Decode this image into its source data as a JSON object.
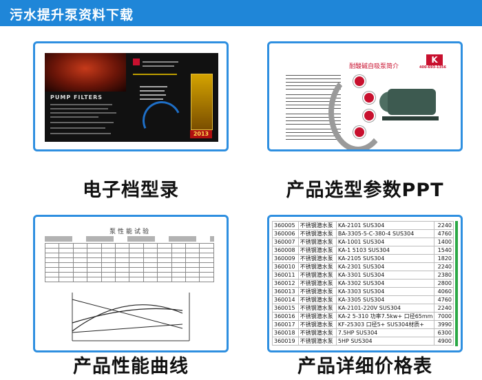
{
  "header": {
    "title": "污水提升泵资料下载",
    "bg_color": "#1f86d8"
  },
  "cards": [
    {
      "caption": "电子档型录"
    },
    {
      "caption": "产品选型参数PPT"
    },
    {
      "caption": "产品性能曲线"
    },
    {
      "caption": "产品详细价格表"
    }
  ],
  "catalog": {
    "brand": "PUMP FILTERS",
    "year": "2013"
  },
  "ppt": {
    "title": "耐酸碱自吸泵简介",
    "logo": "K",
    "phone": "400-693-1356"
  },
  "performance": {
    "title": "泵性能试验"
  },
  "price_list": {
    "rows": [
      {
        "code": "360005",
        "name": "不锈钢潜水泵",
        "model": "KA-2101 SUS304",
        "price": "2240"
      },
      {
        "code": "360006",
        "name": "不锈钢潜水泵",
        "model": "BA-3305-5-C-380-4 SUS304",
        "price": "4760"
      },
      {
        "code": "360007",
        "name": "不锈钢潜水泵",
        "model": "KA-1001 SUS304",
        "price": "1400"
      },
      {
        "code": "360008",
        "name": "不锈钢潜水泵",
        "model": "KA-1 5103 SUS304",
        "price": "1540"
      },
      {
        "code": "360009",
        "name": "不锈钢潜水泵",
        "model": "KA-2105 SUS304",
        "price": "1820"
      },
      {
        "code": "360010",
        "name": "不锈钢潜水泵",
        "model": "KA-2301 SUS304",
        "price": "2240"
      },
      {
        "code": "360011",
        "name": "不锈钢潜水泵",
        "model": "KA-3301 SUS304",
        "price": "2380"
      },
      {
        "code": "360012",
        "name": "不锈钢潜水泵",
        "model": "KA-3302 SUS304",
        "price": "2800"
      },
      {
        "code": "360013",
        "name": "不锈钢潜水泵",
        "model": "KA-3303 SUS304",
        "price": "4060"
      },
      {
        "code": "360014",
        "name": "不锈钢潜水泵",
        "model": "KA-3305 SUS304",
        "price": "4760"
      },
      {
        "code": "360015",
        "name": "不锈钢潜水泵",
        "model": "KA-2101-220V SUS304",
        "price": "2240"
      },
      {
        "code": "360016",
        "name": "不锈钢潜水泵",
        "model": "KA-2 5-310 功率7.5kw+ 口径65mm",
        "price": "7000"
      },
      {
        "code": "360017",
        "name": "不锈钢潜水泵",
        "model": "KF-25303 口径5+ SUS304材质+",
        "price": "3990"
      },
      {
        "code": "360018",
        "name": "不锈钢潜水泵",
        "model": "7.5HP SUS304",
        "price": "6300"
      },
      {
        "code": "360019",
        "name": "不锈钢潜水泵",
        "model": "5HP SUS304",
        "price": "4900"
      }
    ]
  }
}
